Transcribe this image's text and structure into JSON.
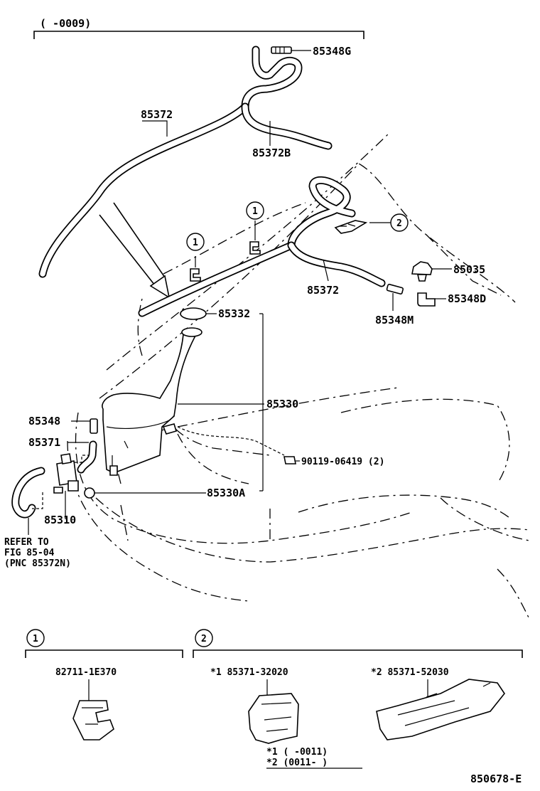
{
  "header_range": "(      -0009)",
  "labels": {
    "p85348G": "85348G",
    "p85372_top": "85372",
    "p85372B": "85372B",
    "p85035": "85035",
    "p85372_mid": "85372",
    "p85348D": "85348D",
    "p85348M": "85348M",
    "p85332": "85332",
    "p85330": "85330",
    "p85348": "85348",
    "p85371": "85371",
    "p90119": "90119-06419 (2)",
    "p85330A": "85330A",
    "p85310": "85310"
  },
  "refer": {
    "line1": "REFER TO",
    "line2": "FIG 85-04",
    "line3": "(PNC 85372N)"
  },
  "callouts": {
    "c1": "1",
    "c2": "2"
  },
  "detail1": {
    "number": "1",
    "part": "82711-1E370"
  },
  "detail2": {
    "number": "2",
    "part_a": "*1 85371-32020",
    "part_b": "*2 85371-52030",
    "note1": "*1  (     -0011)",
    "note2": "*2  (0011-     )"
  },
  "figure_id": "850678-E"
}
